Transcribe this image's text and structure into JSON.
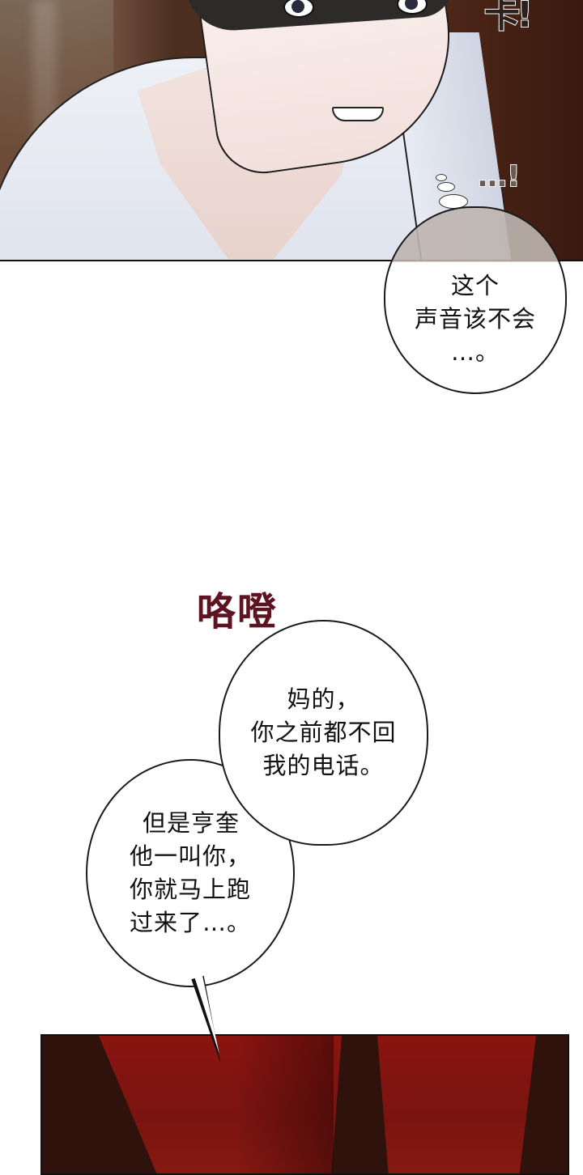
{
  "panel1": {
    "sfx_top": "卡!",
    "sfx_thought": "…!",
    "bubble": {
      "lines": [
        "这个",
        "声音该不会",
        "…。"
      ]
    }
  },
  "panel2": {
    "sfx": "咯噔",
    "sfx_color": "#5c1420",
    "bubble_top": {
      "lines": [
        "妈的，",
        "你之前都不回",
        "我的电话。"
      ]
    },
    "bubble_bottom": {
      "lines": [
        "但是亨奎",
        "他一叫你，",
        "你就马上跑",
        "过来了…。"
      ]
    }
  },
  "panel3": {
    "pants_color": "#8a1410",
    "background_color": "#2e120b"
  }
}
